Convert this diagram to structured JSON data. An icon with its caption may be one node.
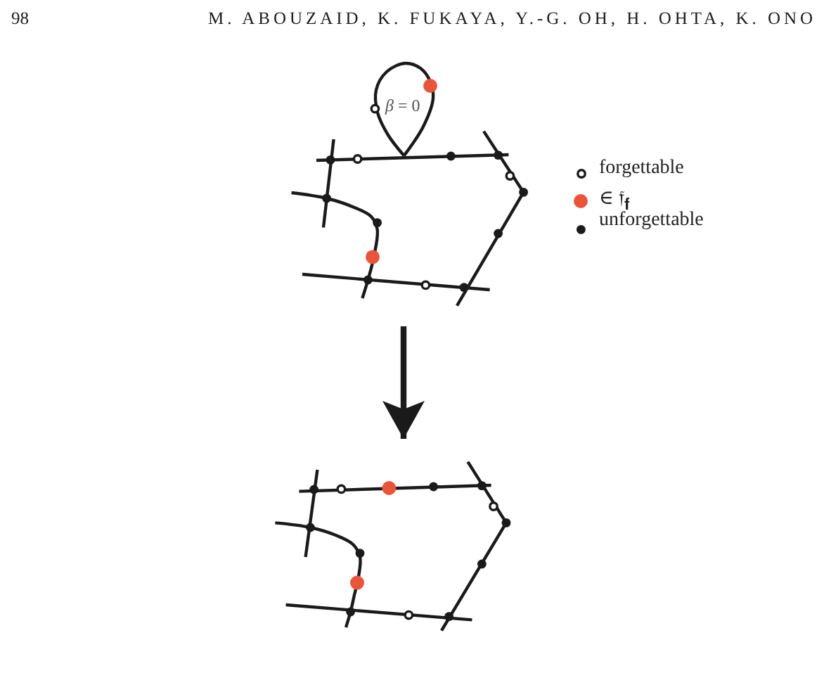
{
  "diagram": {
    "nodes": [
      {
        "text": [],
        "shape": "picture"
      },
      {
        "text": [],
        "shape": "picture"
      }
    ],
    "edges": [
      {
        "from": 0,
        "to": 1,
        "arrow": "to"
      }
    ],
    "labels": [
      "98",
      "M. ABOUZAID, K. FUKAYA, Y.-G. OH, H. OHTA, K. ONO",
      "*β* = 0"
    ],
    "legend": [
      {
        "text": "forgettable"
      },
      {
        "text": "∈ 𝔣$_{𝐟}$",
        "color": "#e9553b"
      },
      {
        "text": "unforgettable",
        "color": "#1a1a1a"
      }
    ]
  }
}
